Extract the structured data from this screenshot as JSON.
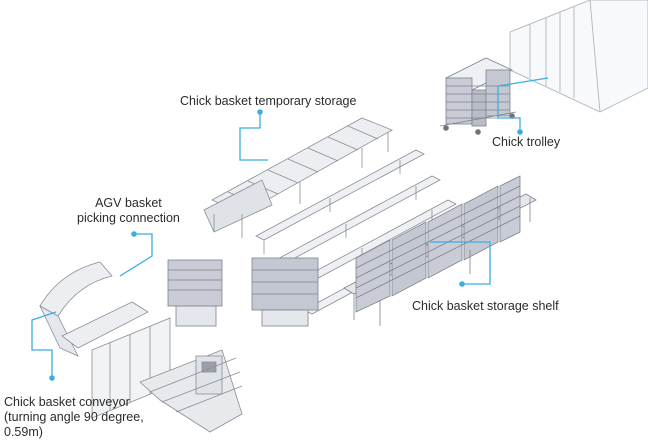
{
  "labels": {
    "temporary_storage": "Chick basket temporary storage",
    "trolley": "Chick trolley",
    "agv_line1": "AGV basket",
    "agv_line2": "picking connection",
    "shelf": "Chick basket storage shelf",
    "conveyor_line1": "Chick basket conveyor",
    "conveyor_line2": "(turning angle 90 degree,",
    "conveyor_line3": "0.59m)"
  },
  "colors": {
    "leader": "#3aaee0",
    "machine_stroke": "#8a8e96",
    "machine_fill": "#eceef1",
    "basket_fill": "#c9ccd6",
    "text": "#2b2b2b"
  }
}
